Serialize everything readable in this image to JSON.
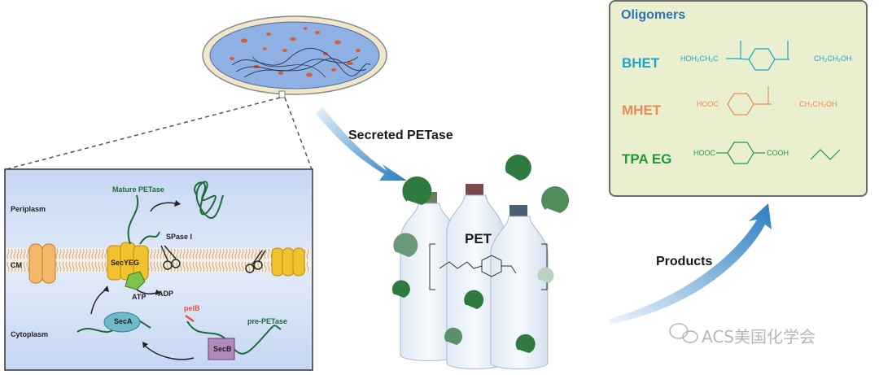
{
  "labels": {
    "secreted": "Secreted PETase",
    "products": "Products",
    "pet": "PET",
    "watermark": "ACS美国化学会"
  },
  "oligomers": {
    "title": "Oligomers",
    "bhet": "BHET",
    "mhet": "MHET",
    "tpa_eg": "TPA  EG",
    "bhet_left": "HOH₂CH₂C",
    "bhet_right": "CH₂CH₂OH",
    "mhet_left": "HOOC",
    "mhet_right": "CH₂CH₂OH",
    "tpa_left": "HOOC",
    "tpa_right": "COOH"
  },
  "cell": {
    "periplasm": "Periplasm",
    "cm": "CM",
    "cytoplasm": "Cytoplasm",
    "mature_petase": "Mature PETase",
    "spase": "SPase I",
    "secyeg": "SecYEG",
    "atp": "ATP",
    "adp": "ADP",
    "seca": "SecA",
    "pelb": "pelB",
    "pre_petase": "pre-PETase",
    "secb": "SecB"
  },
  "colors": {
    "bhet": "#1fa4c9",
    "mhet": "#ec8a55",
    "tpa": "#1e9a33",
    "oligomer_box": "#eaf0cf",
    "petase_green": "#2b7a3e",
    "membrane_yellow": "#f2c12e"
  }
}
